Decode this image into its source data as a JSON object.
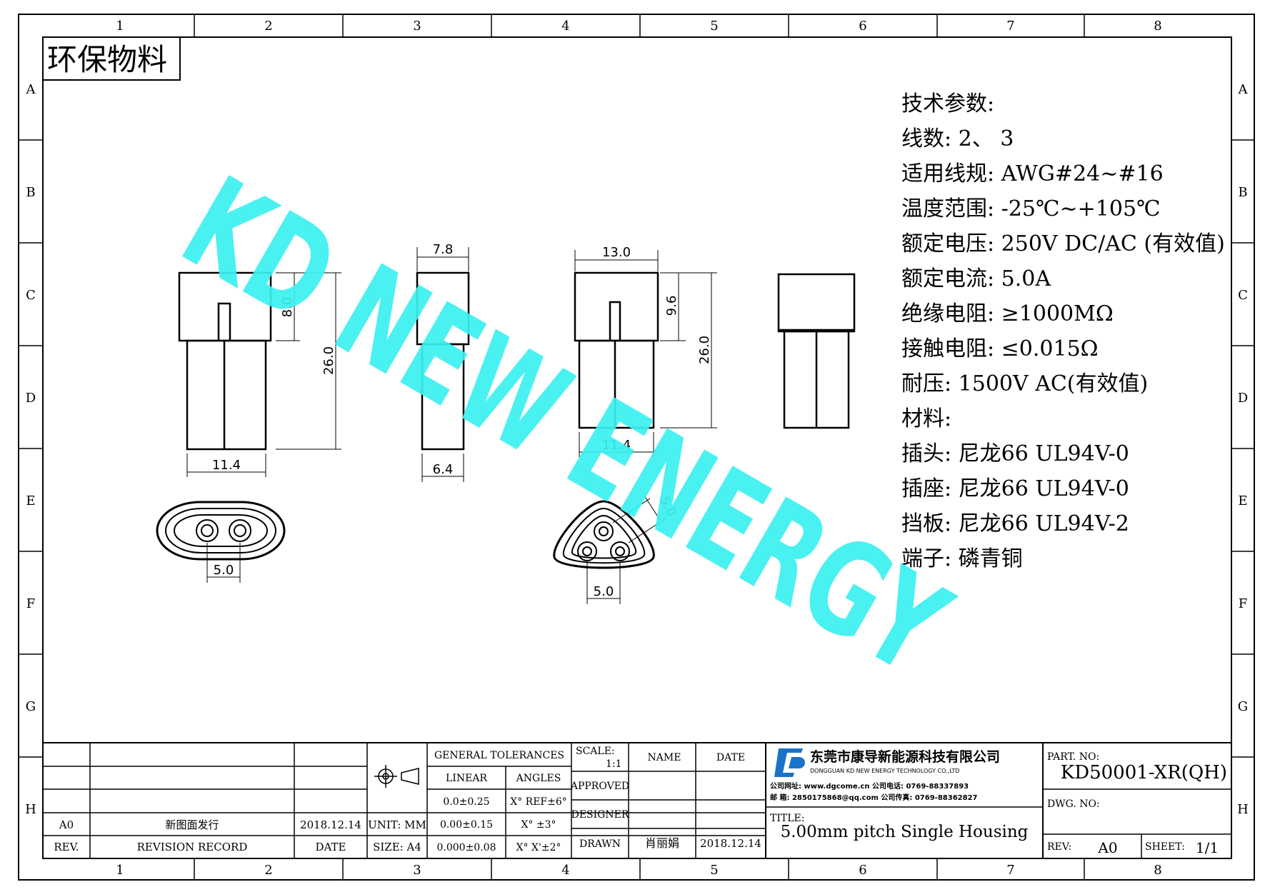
{
  "frame": {
    "columns": [
      "1",
      "2",
      "3",
      "4",
      "5",
      "6",
      "7",
      "8"
    ],
    "rows": [
      "A",
      "B",
      "C",
      "D",
      "E",
      "F",
      "G",
      "H"
    ]
  },
  "eco_label": "环保物料",
  "watermark": "KD NEW ENERGY",
  "specs": {
    "title": "技术参数:",
    "lines": [
      "线数: 2、 3",
      "适用线规: AWG#24~#16",
      "温度范围: -25℃~+105℃",
      "额定电压: 250V DC/AC (有效值)",
      "额定电流: 5.0A",
      "绝缘电阻: ≥1000MΩ",
      "接触电阻: ≤0.015Ω",
      "耐压: 1500V AC(有效值)",
      "材料:",
      "插头: 尼龙66 UL94V-0",
      "插座: 尼龙66 UL94V-0",
      "挡板: 尼龙66 UL94V-2",
      "端子: 磷青铜"
    ]
  },
  "dimensions": {
    "view1_width": "11.4",
    "view1_height": "26.0",
    "view1_top": "8.0",
    "view2_top": "7.8",
    "view2_bottom": "6.4",
    "view3_top": "13.0",
    "view3_upper": "9.6",
    "view3_height": "26.0",
    "view3_bottom": "11.4",
    "twin_pitch": "5.0",
    "tri_pitch_bottom": "5.0",
    "tri_pitch_side": "5.0"
  },
  "title_block": {
    "revision": {
      "rev_value": "A0",
      "record": "新图面发行",
      "date": "2018.12.14",
      "rev_header": "REV.",
      "record_header": "REVISION RECORD",
      "date_header": "DATE"
    },
    "unit": "UNIT: MM",
    "size": "SIZE: A4",
    "general_tolerances": "GENERAL TOLERANCES",
    "linear_header": "LINEAR",
    "angles_header": "ANGLES",
    "linear_values": [
      "0.0±0.25",
      "0.00±0.15",
      "0.000±0.08"
    ],
    "angle_values": [
      "X° REF±6°",
      "X° ±3°",
      "X° X'±2°"
    ],
    "scale_label": "SCALE:",
    "scale_value": "1:1",
    "name_header": "NAME",
    "date_header": "DATE",
    "approved": "APPROVED",
    "designer": "DESIGNER",
    "drawn": "DRAWN",
    "drawn_name": "肖丽娟",
    "drawn_date": "2018.12.14",
    "company_cn": "东莞市康导新能源科技有限公司",
    "company_en": "DONGGUAN KD NEW ENERGY TECHNOLOGY CO.,LTD",
    "company_lines": [
      "公司网址: www.dgcome.cn     公司电话: 0769-88337893",
      "邮    箱: 2850175868@qq.com  公司传真: 0769-88362827"
    ],
    "title_label": "TITLE:",
    "title_value": "5.00mm pitch Single Housing",
    "part_label": "PART. NO:",
    "part_value": "KD50001-XR(QH)",
    "dwg_label": "DWG. NO:",
    "rev_label": "REV:",
    "rev_value": "A0",
    "sheet_label": "SHEET:",
    "sheet_value": "1/1"
  },
  "colors": {
    "watermark": "#3bf0f0",
    "logo_blue": "#1a73c9"
  }
}
